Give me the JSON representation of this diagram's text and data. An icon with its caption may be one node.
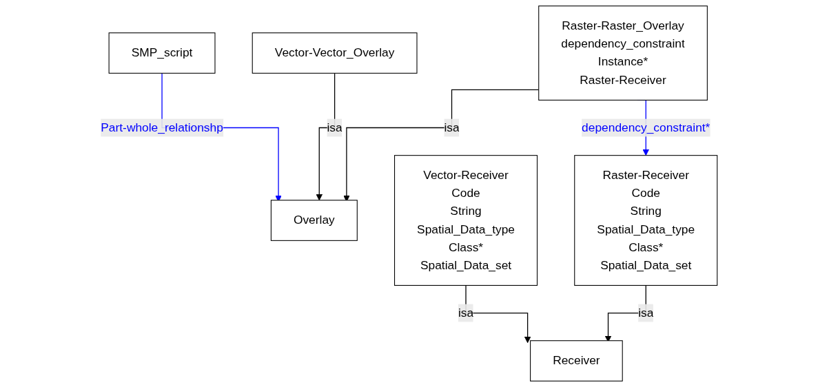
{
  "diagram": {
    "nodes": [
      {
        "text": [
          "SMP_script"
        ]
      },
      {
        "text": [
          "Overlay"
        ]
      },
      {
        "text": [
          "Receiver"
        ]
      },
      {
        "text": [
          "Vector-Vector_Overlay"
        ]
      },
      {
        "text": [
          "Raster-Raster_Overlay",
          "dependency_constraint",
          "Instance*",
          "Raster-Receiver"
        ]
      },
      {
        "text": [
          "Vector-Receiver",
          "Code",
          "String",
          "Spatial_Data_type",
          "Class*",
          "Spatial_Data_set"
        ]
      },
      {
        "text": [
          "Raster-Receiver",
          "Code",
          "String",
          "Spatial_Data_type",
          "Class*",
          "Spatial_Data_set"
        ]
      }
    ],
    "edges": [
      {
        "from": 0,
        "to": 1,
        "arrow": "to",
        "label": "Part-whole_relationshp",
        "color": "#0000ff"
      },
      {
        "from": 3,
        "to": 1,
        "arrow": "to",
        "label": "isa"
      },
      {
        "from": 4,
        "to": 1,
        "arrow": "to",
        "label": "isa"
      },
      {
        "from": 5,
        "to": 2,
        "arrow": "to",
        "label": "isa"
      },
      {
        "from": 6,
        "to": 2,
        "arrow": "to",
        "label": "isa"
      },
      {
        "from": 4,
        "to": 6,
        "arrow": "to",
        "label": "dependency_constraint*",
        "color": "#0000ff"
      }
    ]
  }
}
